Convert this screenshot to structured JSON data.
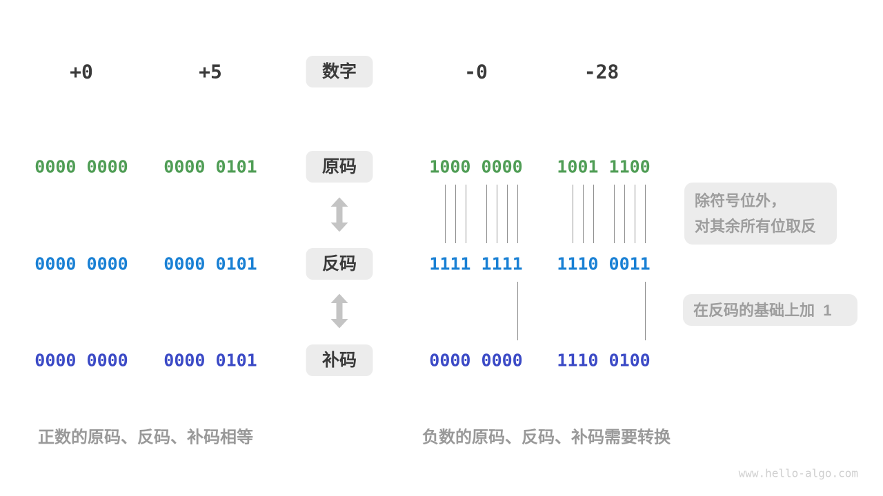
{
  "header": {
    "values": [
      "+0",
      "+5",
      "-0",
      "-28"
    ],
    "center_label": "数字"
  },
  "rows": {
    "sign_magnitude": {
      "label": "原码",
      "values": [
        "0000 0000",
        "0000 0101",
        "1000 0000",
        "1001 1100"
      ]
    },
    "ones_complement": {
      "label": "反码",
      "values": [
        "0000 0000",
        "0000 0101",
        "1111 1111",
        "1110 0011"
      ]
    },
    "twos_complement": {
      "label": "补码",
      "values": [
        "0000 0000",
        "0000 0101",
        "0000 0000",
        "1110 0100"
      ]
    }
  },
  "annotations": {
    "invert_note_line1": "除符号位外，",
    "invert_note_line2": "对其余所有位取反",
    "add_one_note": "在反码的基础上加  1"
  },
  "captions": {
    "positive": "正数的原码、反码、补码相等",
    "negative": "负数的原码、反码、补码需要转换"
  },
  "watermark": "www.hello-algo.com",
  "colors": {
    "sign_magnitude_green": "#4f9d55",
    "ones_complement_blue": "#1980d4",
    "twos_complement_indigo": "#3b4ac6",
    "header_text": "#3a3a3a",
    "pill_background": "#ececec",
    "note_text": "#9d9d9d",
    "caption_text": "#999999",
    "tick_line": "#8f8f8f",
    "arrow": "#c4c4c4",
    "watermark_text": "#cfcfcf"
  }
}
